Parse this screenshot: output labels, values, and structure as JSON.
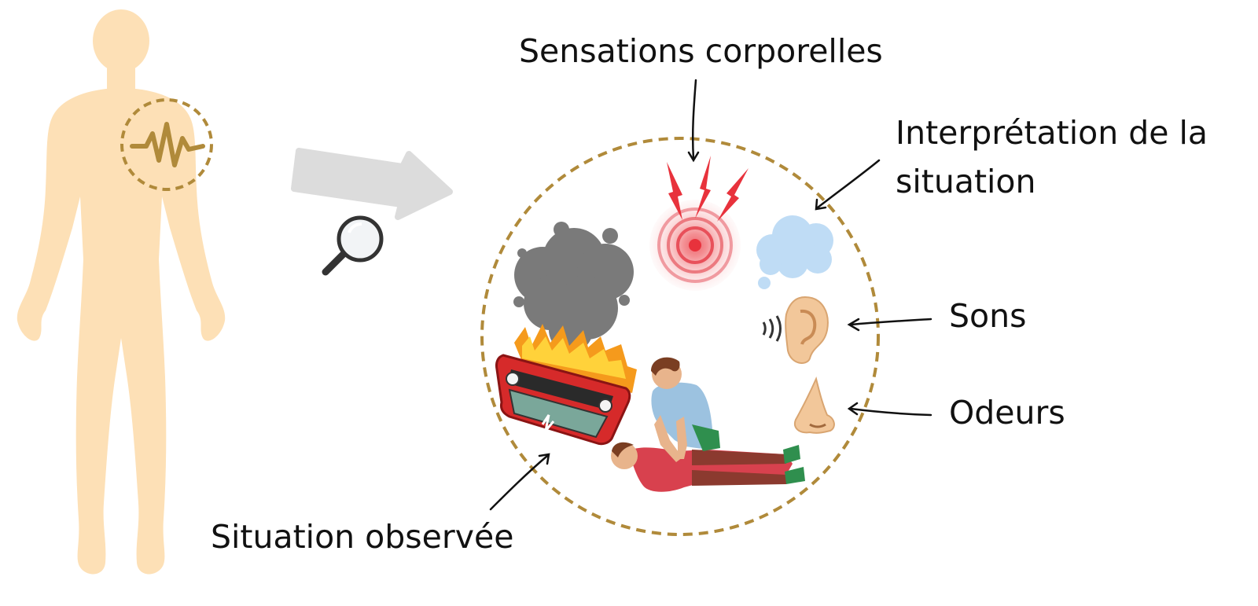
{
  "labels": {
    "sensations": "Sensations corporelles",
    "interpretation": "Interprétation de la situation",
    "sons": "Sons",
    "odeurs": "Odeurs",
    "situation": "Situation observée"
  },
  "colors": {
    "body": "#fde0b6",
    "accent_gold": "#b08a3a",
    "arrow_grey": "#dcdcdc",
    "smoke": "#7a7a7a",
    "cloud_blue": "#bfdcf5",
    "pain_red": "#e8323c",
    "ear_skin": "#f2c79a",
    "car_red": "#d62a2a"
  },
  "icons": {
    "heart_monitor": "heartbeat-icon",
    "magnifier": "magnifying-glass-icon",
    "pain": "pain-burst-icon",
    "thought": "thought-cloud-icon",
    "ear": "ear-icon",
    "nose": "nose-icon",
    "car": "burning-car-icon",
    "smoke": "smoke-cloud-icon",
    "cpr": "cpr-scene-icon"
  }
}
